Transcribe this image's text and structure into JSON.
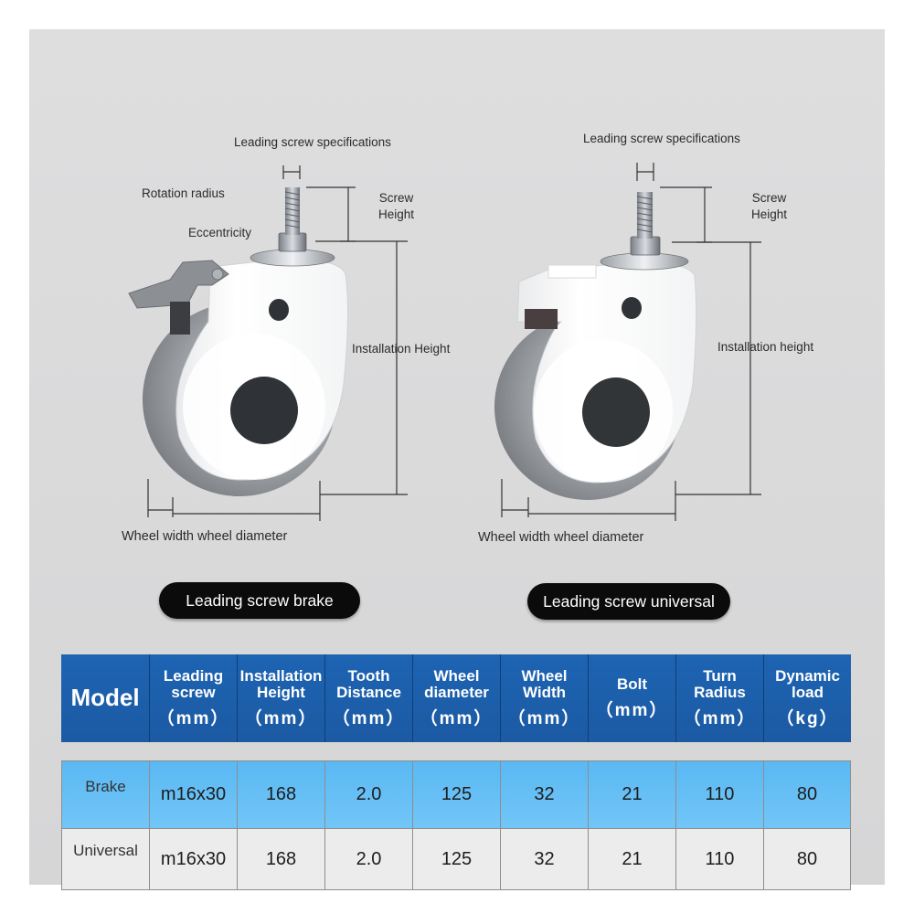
{
  "diagrams": {
    "left": {
      "leading_screw_spec": "Leading screw specifications",
      "rotation_radius": "Rotation radius",
      "eccentricity": "Eccentricity",
      "screw_height": "Screw\nHeight",
      "installation_height": "Installation Height",
      "wheel_width_diameter": "Wheel width wheel diameter",
      "caption": "Leading screw brake"
    },
    "right": {
      "leading_screw_spec": "Leading screw specifications",
      "screw_height": "Screw\nHeight",
      "installation_height": "Installation height",
      "wheel_width_diameter": "Wheel width wheel diameter",
      "caption": "Leading screw universal"
    }
  },
  "colors": {
    "header_blue": "#1d64b3",
    "brake_row": "#5ab8f3",
    "universal_row": "#ececec",
    "wheel_tread": "#8e9196",
    "hub_dark": "#2f3236"
  },
  "table": {
    "headers": [
      {
        "top": "Model",
        "unit": ""
      },
      {
        "top": "Leading screw",
        "unit": "（mm）"
      },
      {
        "top": "Installation Height",
        "unit": "（mm）"
      },
      {
        "top": "Tooth Distance",
        "unit": "（mm）"
      },
      {
        "top": "Wheel diameter",
        "unit": "（mm）"
      },
      {
        "top": "Wheel Width",
        "unit": "（mm）"
      },
      {
        "top": "Bolt",
        "unit": "（mm）"
      },
      {
        "top": "Turn Radius",
        "unit": "（mm）"
      },
      {
        "top": "Dynamic load",
        "unit": "（kg）"
      }
    ],
    "rows": [
      [
        "Brake",
        "m16x30",
        "168",
        "2.0",
        "125",
        "32",
        "21",
        "110",
        "80"
      ],
      [
        "Universal",
        "m16x30",
        "168",
        "2.0",
        "125",
        "32",
        "21",
        "110",
        "80"
      ]
    ]
  }
}
